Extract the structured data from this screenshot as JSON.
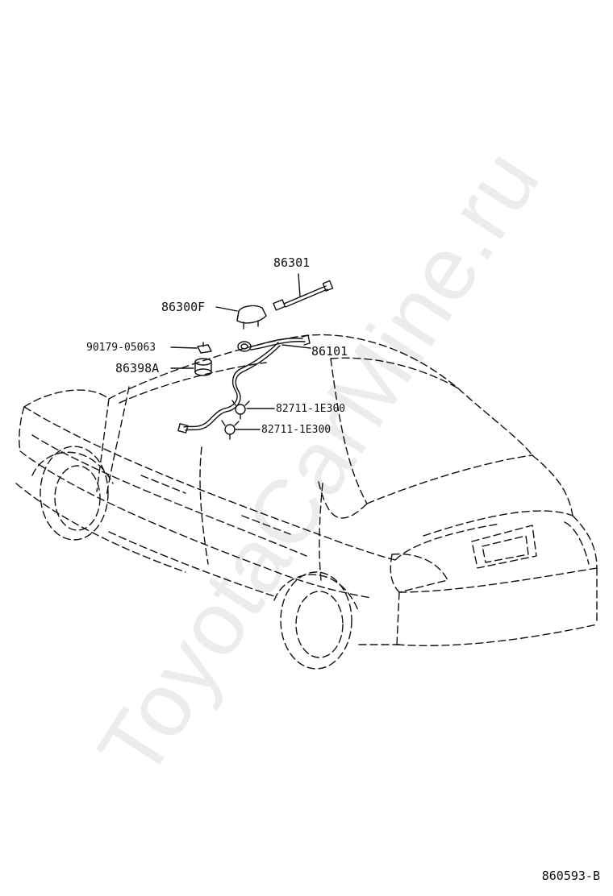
{
  "watermark": "ToyotaCarMine.ru",
  "figure_code": "860593-B",
  "parts": [
    {
      "id": "antenna-rod",
      "number": "86301"
    },
    {
      "id": "antenna-base",
      "number": "86300F"
    },
    {
      "id": "nut",
      "number": "90179-05063"
    },
    {
      "id": "cord",
      "number": "86101"
    },
    {
      "id": "pad",
      "number": "86398A"
    },
    {
      "id": "clamp-1",
      "number": "82711-1E300"
    },
    {
      "id": "clamp-2",
      "number": "82711-1E300"
    }
  ],
  "colors": {
    "line": "#111111",
    "watermark": "#000000"
  }
}
